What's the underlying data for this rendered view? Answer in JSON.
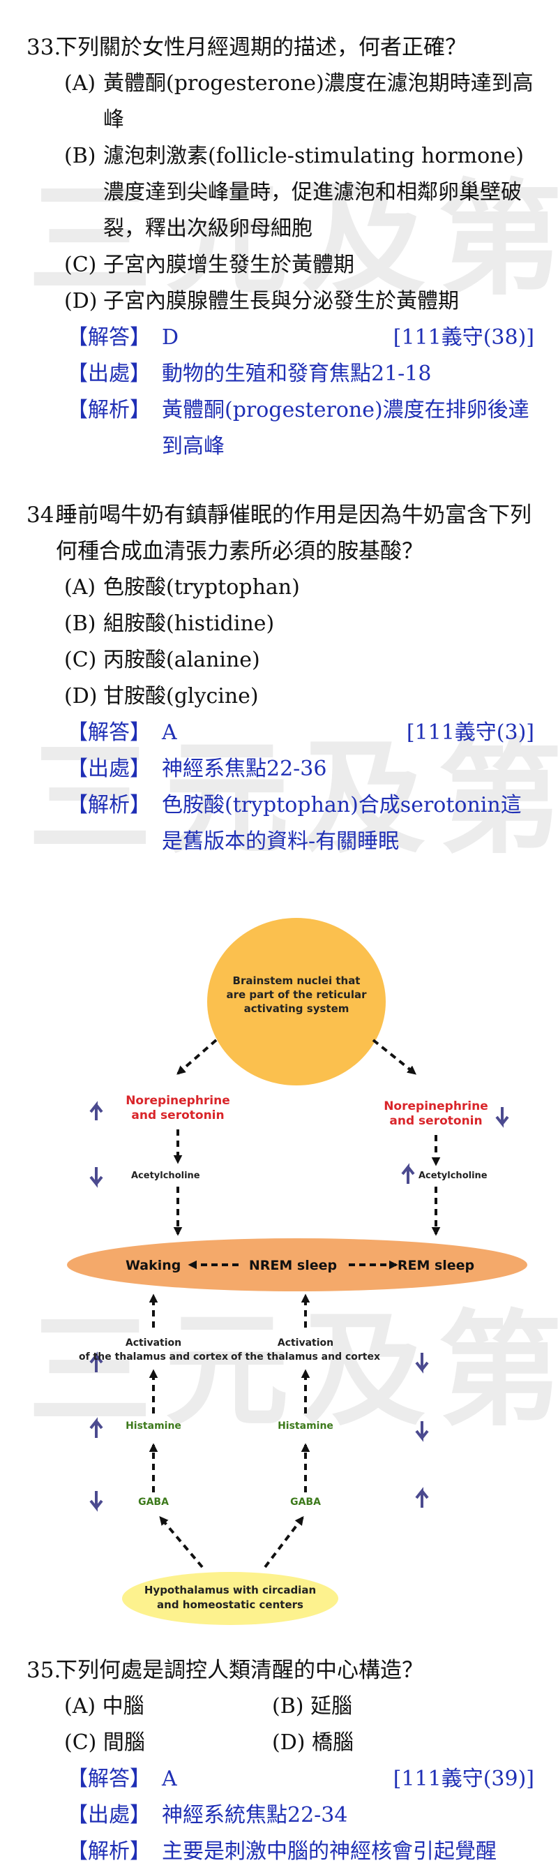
{
  "watermark": "三元及第",
  "q33": {
    "num": "33.",
    "stem": "下列關於女性月經週期的描述，何者正確？",
    "options": [
      {
        "label": "(A)",
        "text": "黃體酮(progesterone)濃度在濾泡期時達到高峰"
      },
      {
        "label": "(B)",
        "text": "濾泡刺激素(follicle-stimulating hormone)濃度達到尖峰量時，促進濾泡和相鄰卵巢壁破裂，釋出次級卵母細胞"
      },
      {
        "label": "(C)",
        "text": "子宮內膜增生發生於黃體期"
      },
      {
        "label": "(D)",
        "text": "子宮內膜腺體生長與分泌發生於黃體期"
      }
    ],
    "answer_tag": "【解答】",
    "answer": "D",
    "source_ref": "[111義守(38)]",
    "origin_tag": "【出處】",
    "origin": "動物的生殖和發育焦點21-18",
    "explain_tag": "【解析】",
    "explain": "黃體酮(progesterone)濃度在排卵後達到高峰"
  },
  "q34": {
    "num": "34.",
    "stem": "睡前喝牛奶有鎮靜催眠的作用是因為牛奶富含下列何種合成血清張力素所必須的胺基酸？",
    "options": [
      {
        "label": "(A)",
        "text": "色胺酸(tryptophan)"
      },
      {
        "label": "(B)",
        "text": "組胺酸(histidine)"
      },
      {
        "label": "(C)",
        "text": "丙胺酸(alanine)"
      },
      {
        "label": "(D)",
        "text": "甘胺酸(glycine)"
      }
    ],
    "answer_tag": "【解答】",
    "answer": "A",
    "source_ref": "[111義守(3)]",
    "origin_tag": "【出處】",
    "origin": "神經系焦點22-36",
    "explain_tag": "【解析】",
    "explain": "色胺酸(tryptophan)合成serotonin這是舊版本的資料-有關睡眠"
  },
  "diagram": {
    "top_node": [
      "Brainstem nuclei that",
      "are part of the reticular",
      "activating system"
    ],
    "ne_sero": [
      "Norepinephrine",
      "and serotonin"
    ],
    "acetylcholine": "Acetylcholine",
    "waking": "Waking",
    "nrem": "NREM sleep",
    "rem": "REM sleep",
    "activation": [
      "Activation",
      "of the thalamus and cortex"
    ],
    "histamine": "Histamine",
    "gaba": "GABA",
    "bottom_node": [
      "Hypothalamus with circadian",
      "and homeostatic centers"
    ],
    "colors": {
      "ne": "#d9252a",
      "arrow": "#4b4a8f",
      "hist": "#3d7a1c",
      "top_fill": "#fbc04e",
      "band_fill": "#f4a96a",
      "bottom_fill": "#fdf28e"
    }
  },
  "q35": {
    "num": "35.",
    "stem": "下列何處是調控人類清醒的中心構造？",
    "options": [
      {
        "label": "(A)",
        "text": "中腦"
      },
      {
        "label": "(B)",
        "text": "延腦"
      },
      {
        "label": "(C)",
        "text": "間腦"
      },
      {
        "label": "(D)",
        "text": "橋腦"
      }
    ],
    "answer_tag": "【解答】",
    "answer": "A",
    "source_ref": "[111義守(39)]",
    "origin_tag": "【出處】",
    "origin": "神經系統焦點22-34",
    "explain_tag": "【解析】",
    "explain": "主要是刺激中腦的神經核會引起覺醒"
  }
}
